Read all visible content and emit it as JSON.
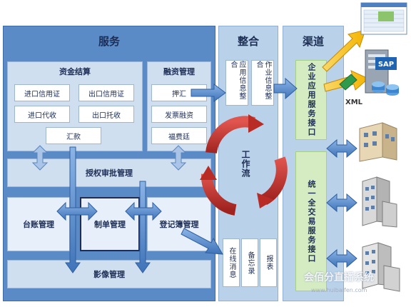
{
  "sections": {
    "service": "服务",
    "integration": "整合",
    "channel": "渠道"
  },
  "settlement": {
    "title": "资金结算",
    "items": [
      "进口信用证",
      "出口信用证",
      "进口代收",
      "出口托收",
      "汇款"
    ]
  },
  "financing": {
    "title": "融资管理",
    "items": [
      "押汇",
      "发票融资",
      "福费廷"
    ]
  },
  "modules": {
    "authorization": "授权审批管理",
    "ledger": "台账管理",
    "documents": "制单管理",
    "registration": "登记簿管理",
    "imaging": "影像管理"
  },
  "integration_items": {
    "app_info": "应用信息整合",
    "job_info": "作业信息整合",
    "online_msg": "在线消息",
    "memo": "备忘录",
    "report": "报表"
  },
  "workflow": "工作流",
  "channel_items": {
    "enterprise_app": "企业应用服务接口",
    "unified_trade": "统一全交易服务接口"
  },
  "external": {
    "sap_label": "SAP",
    "xml_label": "XML"
  },
  "watermark": {
    "name": "会佰分直播系统",
    "url": "www.huibaifen.com"
  },
  "colors": {
    "service_panel": "#5b8bc6",
    "light_panel": "#b9d2ea",
    "green": "#d5ecc2",
    "arrow_blue": "#4a80c4",
    "arrow_orange": "#f4b400",
    "workflow_red": "#c4302b"
  }
}
